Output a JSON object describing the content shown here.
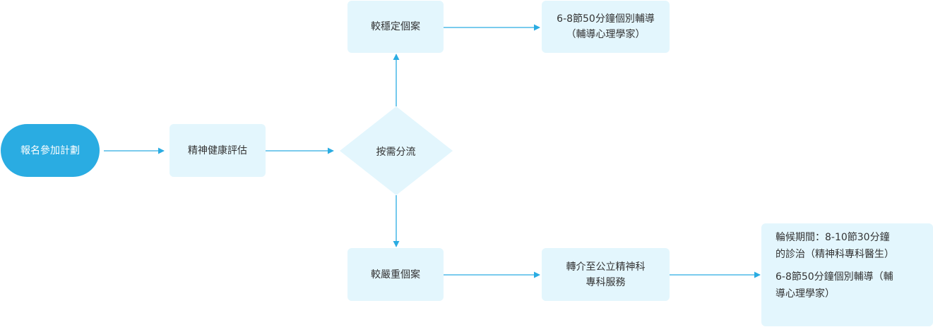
{
  "colors": {
    "start_fill": "#2aace2",
    "box_fill": "#e3f6fd",
    "arrow": "#2aace2",
    "text": "#333333"
  },
  "nodes": {
    "start": "報名參加計劃",
    "assessment": "精神健康評估",
    "triage": "按需分流",
    "stable": "較穩定個案",
    "stable_service": [
      "6-8節50分鐘個別輔導",
      "（輔導心理學家）"
    ],
    "severe": "較嚴重個案",
    "severe_service": [
      "轉介至公立精神科",
      "專科服務"
    ],
    "waiting_note": [
      "輪候期間：8-10節30分鐘",
      "的診治（精神科專科醫生）",
      "6-8節50分鐘個別輔導（輔",
      "導心理學家）"
    ]
  }
}
